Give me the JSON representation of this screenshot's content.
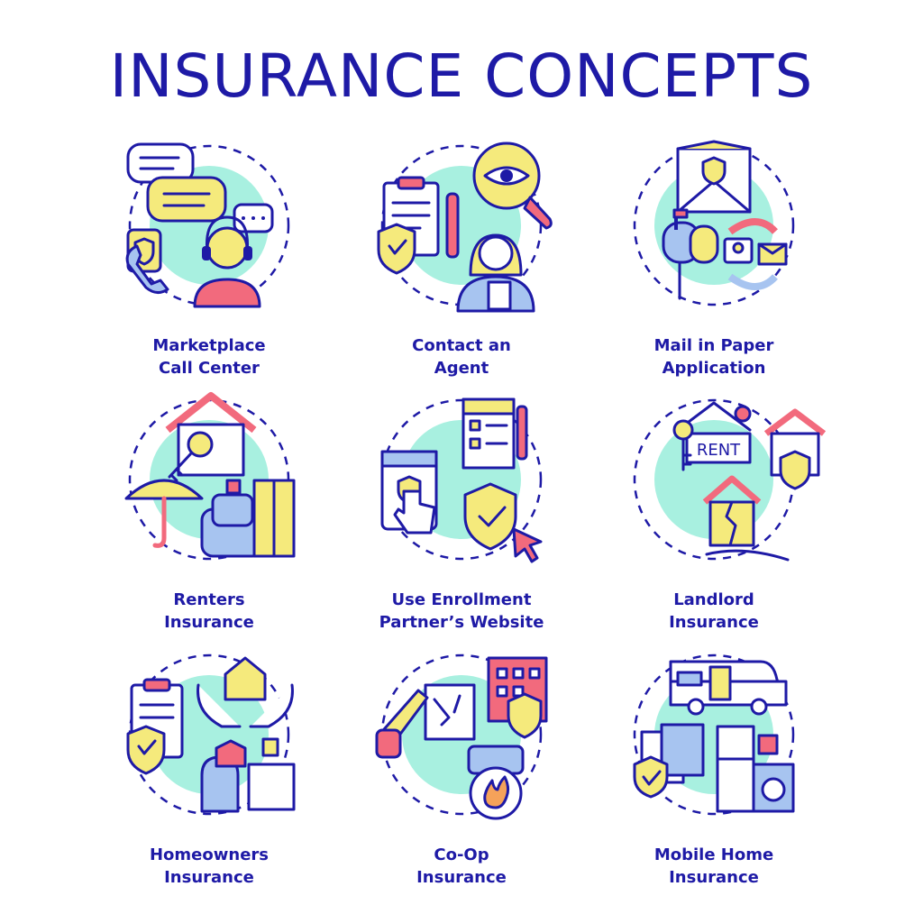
{
  "title": "INSURANCE CONCEPTS",
  "colors": {
    "outline": "#1e1aa6",
    "mint": "#a8f0e0",
    "yellow": "#f5ea7c",
    "blue": "#a7c4f0",
    "pink": "#f26a7d",
    "orange": "#f5a25a"
  },
  "items": [
    {
      "line1": "Marketplace",
      "line2": "Call Center",
      "icon": "call-center-icon"
    },
    {
      "line1": "Contact an",
      "line2": "Agent",
      "icon": "agent-icon"
    },
    {
      "line1": "Mail in Paper",
      "line2": "Application",
      "icon": "mail-icon"
    },
    {
      "line1": "Renters",
      "line2": "Insurance",
      "icon": "renters-icon"
    },
    {
      "line1": "Use Enrollment",
      "line2": "Partner’s Website",
      "icon": "website-icon"
    },
    {
      "line1": "Landlord",
      "line2": "Insurance",
      "icon": "landlord-icon"
    },
    {
      "line1": "Homeowners",
      "line2": "Insurance",
      "icon": "homeowners-icon"
    },
    {
      "line1": "Co-Op",
      "line2": "Insurance",
      "icon": "coop-icon"
    },
    {
      "line1": "Mobile Home",
      "line2": "Insurance",
      "icon": "mobile-home-icon"
    }
  ]
}
